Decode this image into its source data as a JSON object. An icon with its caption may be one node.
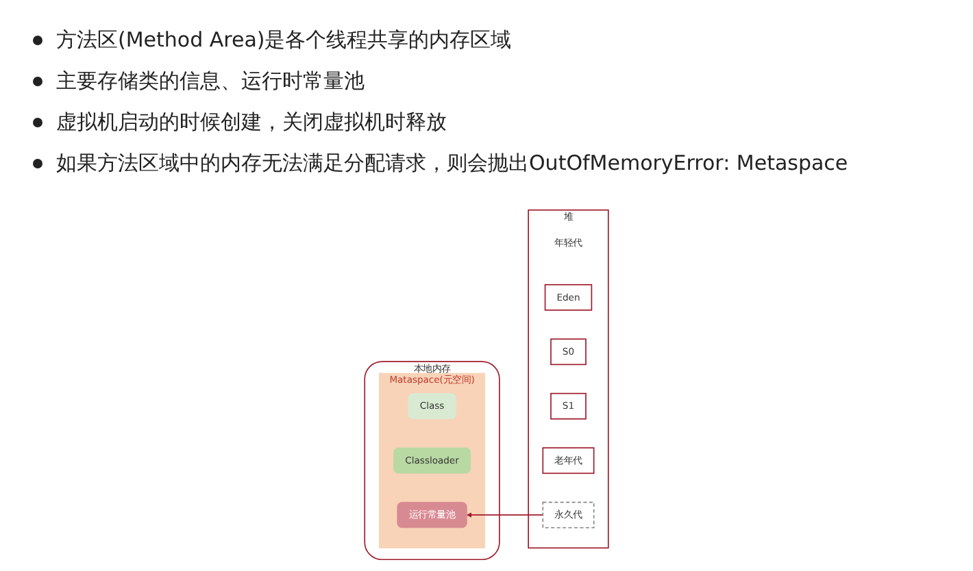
{
  "diagram": {
    "nodes": [
      {
        "text": [
          "本地内存"
        ]
      },
      {
        "text": [
          "Mataspace(元空间)"
        ],
        "in": 0
      },
      {
        "text": [
          "Class"
        ],
        "in": 1
      },
      {
        "text": [
          "Classloader"
        ],
        "in": 1
      },
      {
        "text": [
          "运行常量池"
        ],
        "in": 1
      },
      {
        "text": [
          "堆"
        ]
      },
      {
        "text": [
          "年轻代"
        ],
        "in": 5
      },
      {
        "text": [
          "Eden"
        ],
        "in": 5
      },
      {
        "text": [
          "S0"
        ],
        "in": 5
      },
      {
        "text": [
          "S1"
        ],
        "in": 5
      },
      {
        "text": [
          "老年代"
        ],
        "in": 5
      },
      {
        "text": [
          "永久代"
        ],
        "in": 5
      }
    ],
    "edges": [
      {
        "from": 11,
        "to": 4,
        "arrow": "to",
        "color": "#a01c2c"
      }
    ],
    "labels": [
      "方法区(Method Area)是各个线程共享的内存区域",
      "主要存储类的信息、运行时常量池",
      "虚拟机启动的时候创建，关闭虚拟机时释放",
      "如果方法区域中的内存无法满足分配请求，则会抛出OutOfMemoryError: Metaspace"
    ]
  }
}
